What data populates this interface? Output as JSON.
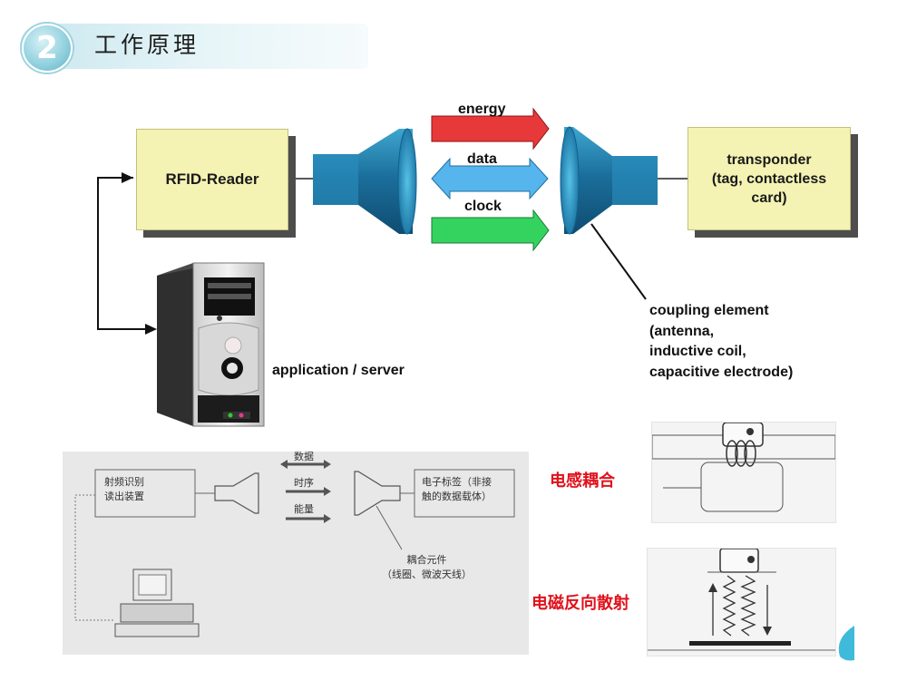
{
  "header": {
    "step_number": "2",
    "title": "工作原理"
  },
  "diagram": {
    "reader": {
      "label": "RFID-Reader"
    },
    "transponder": {
      "label": "transponder\n(tag, contactless\ncard)"
    },
    "channels": [
      {
        "label": "energy",
        "direction": "right",
        "color": "#e8393a"
      },
      {
        "label": "data",
        "direction": "both",
        "color": "#55b5ec"
      },
      {
        "label": "clock",
        "direction": "right",
        "color": "#34d35f"
      }
    ],
    "server": {
      "label": "application / server"
    },
    "coupling": {
      "label": "coupling element\n(antenna,\ninductive coil,\ncapacitive electrode)"
    }
  },
  "scan_diagram": {
    "reader_label": "射频识别\n读出装置",
    "channels": [
      "数据",
      "时序",
      "能量"
    ],
    "tag_label": "电子标签（非接\n触的数据载体）",
    "coupling_label": "耦合元件\n（线圈、微波天线）"
  },
  "coupling_modes": {
    "inductive": "电感耦合",
    "backscatter": "电磁反向散射"
  },
  "colors": {
    "box_fill": "#f5f3b4",
    "antenna_blue": "#1b78a6",
    "accent_red": "#e0121b",
    "banner": "#c9e7ef"
  }
}
